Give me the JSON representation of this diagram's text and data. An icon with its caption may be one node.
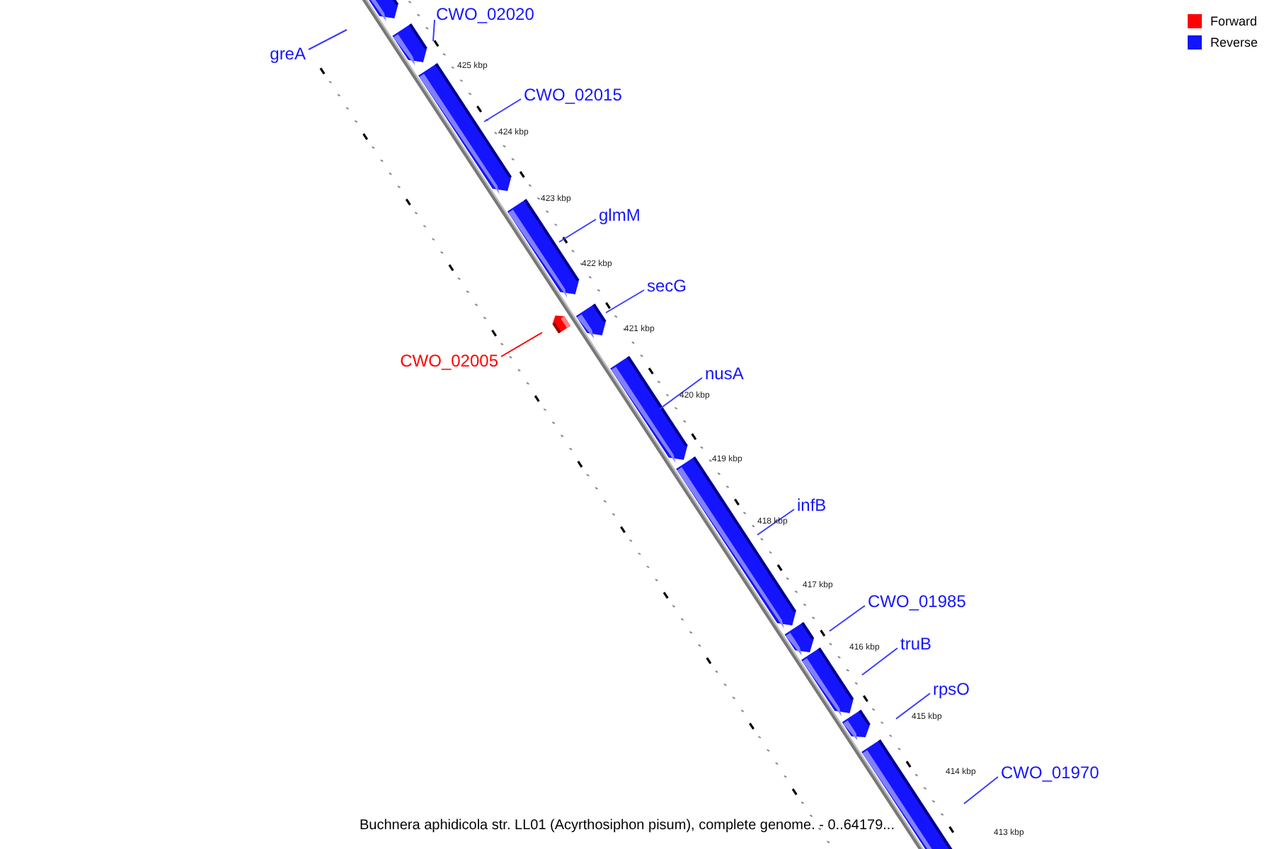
{
  "diagram": {
    "caption": "Buchnera aphidicola str. LL01 (Acyrthosiphon pisum), complete genome. - 0..64179...",
    "nodes": [
      {
        "text": [
          "greA"
        ]
      },
      {
        "text": [
          "CWO_02020"
        ]
      },
      {
        "text": [
          "CWO_02015"
        ]
      },
      {
        "text": [
          "glmM"
        ]
      },
      {
        "text": [
          "secG"
        ]
      },
      {
        "text": [
          "CWO_02005"
        ]
      },
      {
        "text": [
          "nusA"
        ]
      },
      {
        "text": [
          "infB"
        ]
      },
      {
        "text": [
          "CWO_01985"
        ]
      },
      {
        "text": [
          "truB"
        ]
      },
      {
        "text": [
          "rpsO"
        ]
      },
      {
        "text": [
          "CWO_01970"
        ]
      },
      {
        "text": [],
        "shape": "bar"
      },
      {
        "text": [],
        "shape": "bar"
      },
      {
        "text": [],
        "shape": "bar"
      },
      {
        "text": [],
        "shape": "bar"
      },
      {
        "text": [],
        "shape": "bar"
      },
      {
        "text": [],
        "shape": "bar"
      },
      {
        "text": [],
        "shape": "bar"
      },
      {
        "text": [],
        "shape": "bar"
      },
      {
        "text": [],
        "shape": "bar"
      },
      {
        "text": [],
        "shape": "bar"
      },
      {
        "text": [],
        "shape": "bar"
      },
      {
        "text": [],
        "shape": "bar"
      }
    ],
    "edges": [
      {
        "from": 0,
        "to": null,
        "arrow": "none"
      },
      {
        "from": 1,
        "to": 13,
        "arrow": "none"
      },
      {
        "from": 2,
        "to": 14,
        "arrow": "none"
      },
      {
        "from": 3,
        "to": 15,
        "arrow": "none"
      },
      {
        "from": 4,
        "to": 16,
        "arrow": "none"
      },
      {
        "from": 5,
        "to": 17,
        "arrow": "none",
        "color": "#ff0000"
      },
      {
        "from": 6,
        "to": 18,
        "arrow": "none"
      },
      {
        "from": 7,
        "to": 19,
        "arrow": "none"
      },
      {
        "from": 8,
        "to": 20,
        "arrow": "none"
      },
      {
        "from": 9,
        "to": 21,
        "arrow": "none"
      },
      {
        "from": 10,
        "to": 22,
        "arrow": "none"
      },
      {
        "from": 11,
        "to": 23,
        "arrow": "none"
      }
    ],
    "labels": [
      "425 kbp",
      "424 kbp",
      "423 kbp",
      "422 kbp",
      "421 kbp",
      "420 kbp",
      "419 kbp",
      "418 kbp",
      "417 kbp",
      "416 kbp",
      "415 kbp",
      "414 kbp",
      "413 kbp"
    ],
    "legend": [
      {
        "text": "Forward",
        "color": "#ff0000"
      },
      {
        "text": "Reverse",
        "color": "#1414ff"
      }
    ]
  }
}
